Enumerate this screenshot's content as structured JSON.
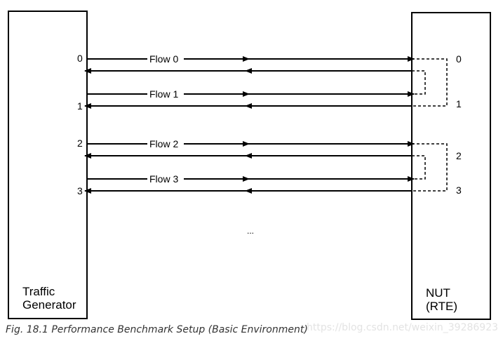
{
  "traffic_generator": {
    "line1": "Traffic",
    "line2": "Generator",
    "ports": [
      "0",
      "1",
      "2",
      "3"
    ]
  },
  "nut": {
    "line1": "NUT",
    "line2": "(RTE)",
    "ports": [
      "0",
      "1",
      "2",
      "3"
    ]
  },
  "flows": [
    "Flow 0",
    "Flow 1",
    "Flow 2",
    "Flow 3"
  ],
  "ellipsis": "...",
  "caption": "Fig. 18.1 Performance Benchmark Setup (Basic Environment)",
  "watermark": "https://blog.csdn.net/weixin_39286923"
}
